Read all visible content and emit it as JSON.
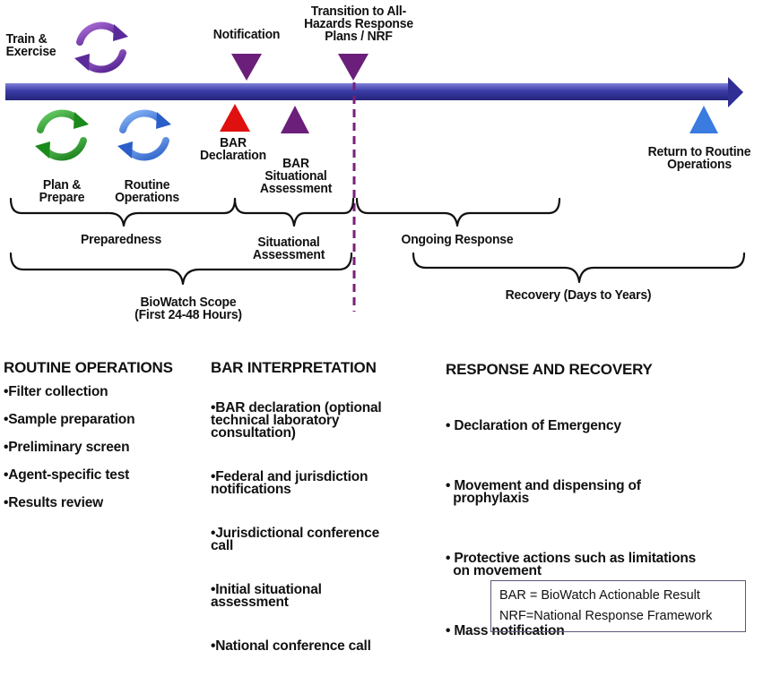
{
  "timeline": {
    "labels": {
      "train_exercise": "Train &\nExercise",
      "notification": "Notification",
      "transition": "Transition to All-\nHazards Response\nPlans / NRF",
      "plan_prepare": "Plan &\nPrepare",
      "routine_operations": "Routine\nOperations",
      "bar_declaration": "BAR\nDeclaration",
      "bar_situational": "BAR\nSituational\nAssessment",
      "return_routine": "Return to Routine\nOperations"
    },
    "phases": {
      "preparedness": "Preparedness",
      "situational_assessment": "Situational\nAssessment",
      "ongoing_response": "Ongoing Response",
      "biowatch_scope": "BioWatch Scope\n(First 24-48 Hours)",
      "recovery": "Recovery (Days to Years)"
    },
    "colors": {
      "arrow": "#3b3ba8",
      "purple_marker": "#6b1f7a",
      "red_marker": "#e01010",
      "blue_marker": "#3a7be0",
      "dashed_line": "#7a1f7a"
    }
  },
  "sections": {
    "routine": {
      "title": "ROUTINE OPERATIONS",
      "items": [
        "•Filter collection",
        "•Sample preparation",
        "•Preliminary screen",
        "•Agent-specific test",
        "•Results review"
      ]
    },
    "bar": {
      "title": "BAR INTERPRETATION",
      "items": [
        "•BAR declaration (optional\ntechnical laboratory\nconsultation)",
        "•Federal and jurisdiction\nnotifications",
        "•Jurisdictional conference\ncall",
        "•Initial situational\nassessment",
        "•National conference call"
      ]
    },
    "response": {
      "title": "RESPONSE AND RECOVERY",
      "items": [
        "• Declaration of Emergency",
        "• Movement and dispensing of\n  prophylaxis",
        "• Protective actions such as limitations\n  on movement",
        "• Mass notification"
      ]
    }
  },
  "legend": {
    "line1": "BAR = BioWatch Actionable Result",
    "line2": "NRF=National Response Framework"
  }
}
